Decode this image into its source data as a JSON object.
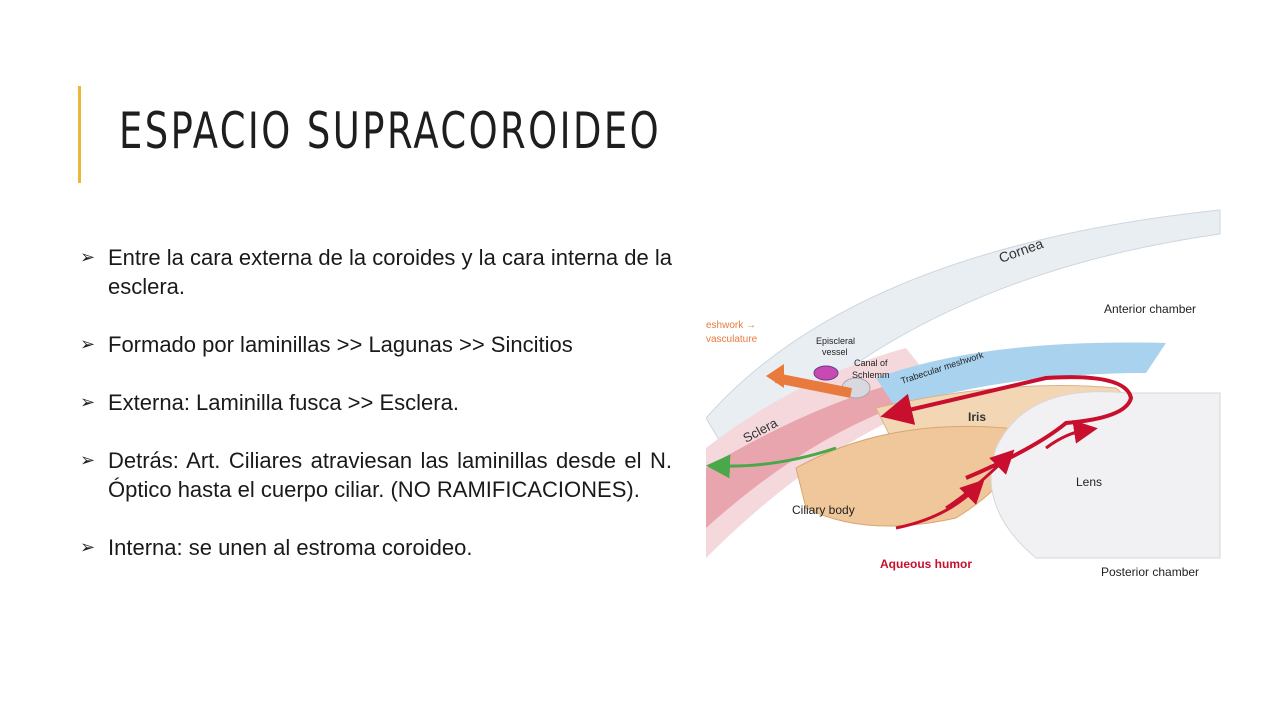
{
  "slide": {
    "title": "ESPACIO SUPRACOROIDEO",
    "accent_color": "#e8b83a",
    "bullet_icon": "arrow-bullet-icon",
    "bullets": [
      "Entre la cara externa de la coroides y la cara interna de la esclera.",
      "Formado por laminillas >> Lagunas >> Sincitios",
      "Externa: Laminilla fusca >> Esclera.",
      "Detrás: Art. Ciliares atraviesan las laminillas desde el N. Óptico hasta el cuerpo ciliar. (NO RAMIFICACIONES).",
      "Interna: se unen al estroma coroideo."
    ]
  },
  "figure": {
    "labels": {
      "cornea": "Cornea",
      "anterior_chamber": "Anterior chamber",
      "meshwork_line1": "eshwork →",
      "meshwork_line2": "vasculature",
      "episcleral_line1": "Episcleral",
      "episcleral_line2": "vessel",
      "canal_line1": "Canal of",
      "canal_line2": "Schlemm",
      "trabecular": "Trabecular meshwork",
      "iris": "Iris",
      "sclera": "Sclera",
      "lens": "Lens",
      "ciliary_body": "Ciliary body",
      "aqueous_humor": "Aqueous humor",
      "posterior_chamber": "Posterior chamber"
    },
    "colors": {
      "aqueous_arrows": "#c8102e",
      "uveoscleral_arrow": "#4aa84a",
      "conventional_arrow": "#e87a3e"
    }
  }
}
